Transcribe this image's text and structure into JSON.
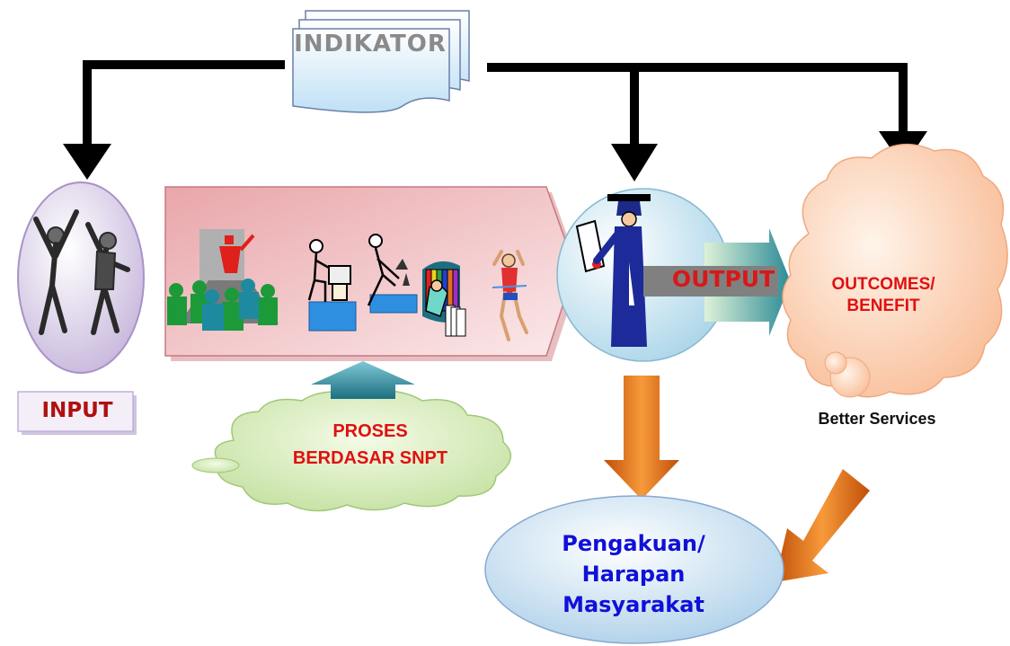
{
  "indikator": {
    "label": "INDIKATOR"
  },
  "input": {
    "label": "INPUT"
  },
  "proses": {
    "line1": "PROSES",
    "line2": "BERDASAR SNPT"
  },
  "output": {
    "label": "OUTPUT"
  },
  "outcomes": {
    "line1": "OUTCOMES/",
    "line2": "BENEFIT",
    "caption": "Better Services"
  },
  "pengakuan": {
    "line1": "Pengakuan/",
    "line2": "Harapan",
    "line3": "Masyarakat"
  },
  "icons": [
    "document-stack-icon",
    "people-celebrating-icon",
    "meeting-icon",
    "student-desk-icon",
    "researcher-icon",
    "reader-icon",
    "runner-icon",
    "graduate-icon"
  ],
  "colors": {
    "arrow": "#000000",
    "orange": "#e06a10",
    "teal": "#2e8fa0",
    "text_red": "#e01010",
    "text_blue": "#1010d8"
  }
}
